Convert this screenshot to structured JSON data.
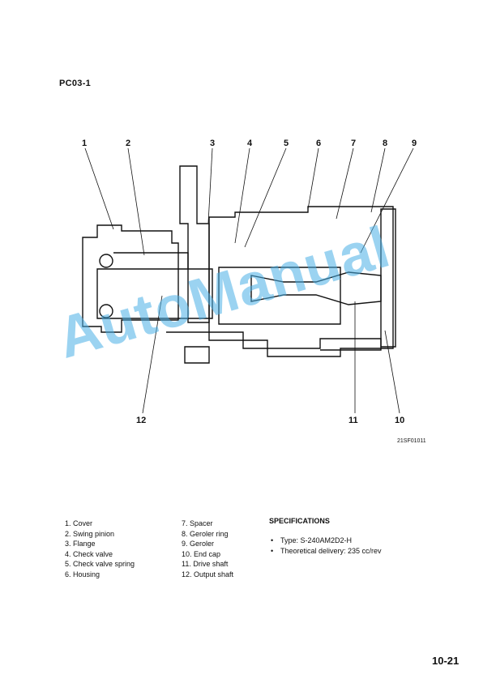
{
  "section_code": "PC03-1",
  "callouts": [
    "1",
    "2",
    "3",
    "4",
    "5",
    "6",
    "7",
    "8",
    "9",
    "12",
    "11",
    "10"
  ],
  "watermark": "AutoManual",
  "drawing_id": "21SF01011",
  "parts_col1": [
    "1. Cover",
    "2. Swing pinion",
    "3. Flange",
    "4. Check valve",
    "5. Check valve spring",
    "6. Housing"
  ],
  "parts_col2": [
    "7. Spacer",
    "8. Geroler ring",
    "9. Geroler",
    "10. End cap",
    "11. Drive shaft",
    "12. Output shaft"
  ],
  "specifications": {
    "title": "SPECIFICATIONS",
    "items": [
      "Type: S-240AM2D2-H",
      "Theoretical delivery: 235 cc/rev"
    ]
  },
  "page_number": "10-21"
}
